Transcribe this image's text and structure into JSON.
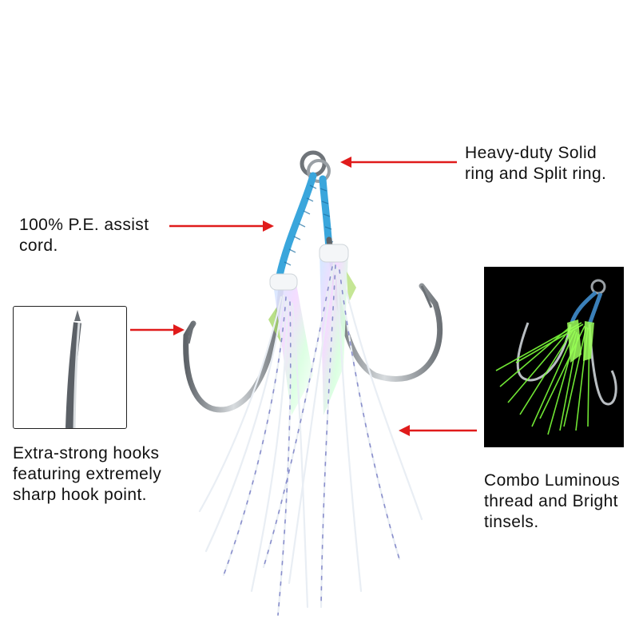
{
  "callouts": {
    "ring": {
      "lines": [
        "Heavy-duty Solid",
        "ring and Split ring."
      ]
    },
    "cord": {
      "lines": [
        "100% P.E. assist",
        "cord."
      ]
    },
    "hooks": {
      "lines": [
        "Extra-strong hooks",
        "featuring extremely",
        "sharp hook point."
      ]
    },
    "tinsel": {
      "lines": [
        "Combo Luminous",
        "thread and Bright",
        "tinsels."
      ]
    }
  },
  "colors": {
    "arrow": "#e01b1b",
    "cord": "#3aa6dc",
    "hook_steel": "#8a8f94",
    "tinsel": "#eef3f8",
    "tinsel_accent": "#5b5fb0",
    "luminous": "#7dff3a"
  },
  "icons": [
    "red-arrow-icon",
    "hook-point-closeup-image",
    "luminous-hook-photo-image"
  ]
}
